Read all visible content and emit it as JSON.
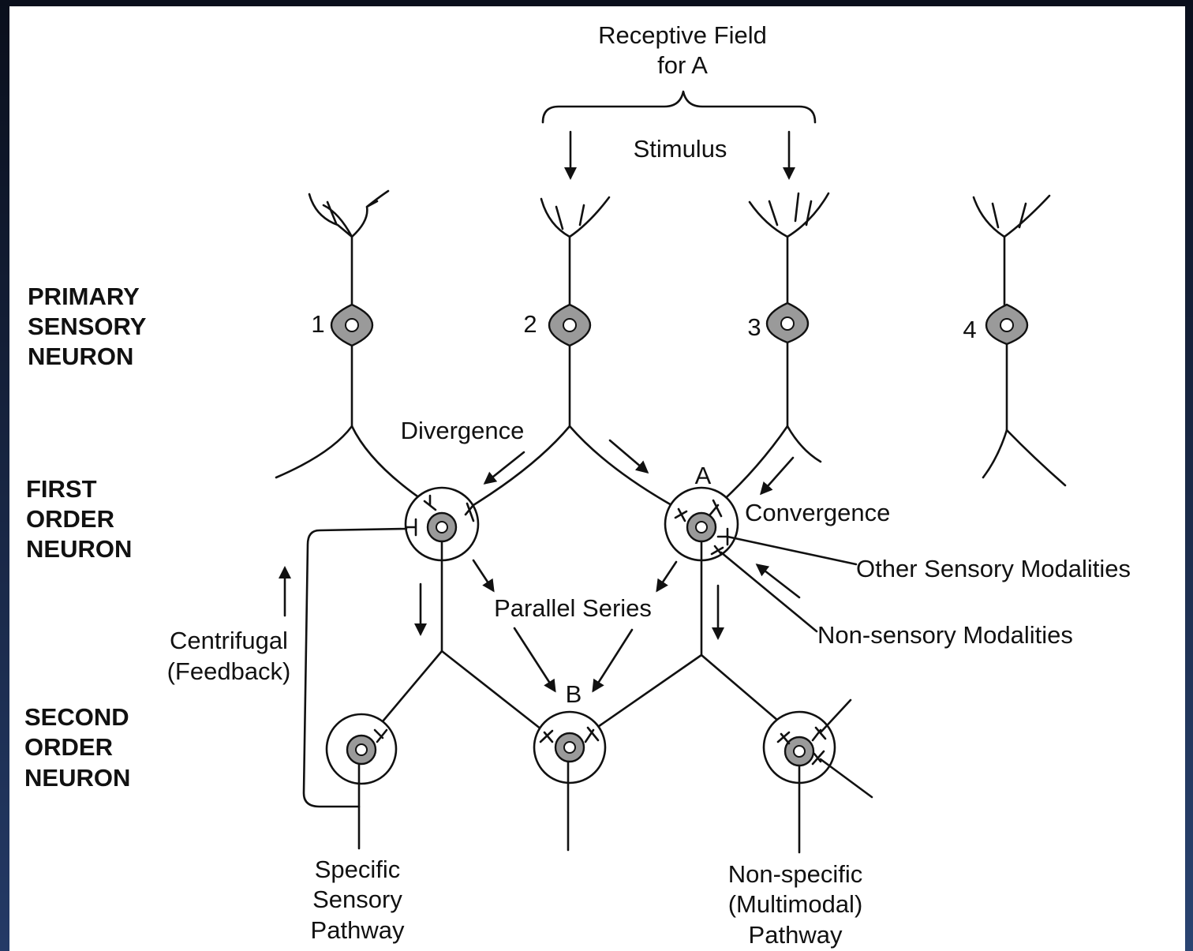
{
  "labels": {
    "receptive_field_line1": "Receptive Field",
    "receptive_field_line2": "for A",
    "stimulus": "Stimulus",
    "primary_line1": "PRIMARY",
    "primary_line2": "SENSORY",
    "primary_line3": "NEURON",
    "first_line1": "FIRST",
    "first_line2": "ORDER",
    "first_line3": "NEURON",
    "second_line1": "SECOND",
    "second_line2": "ORDER",
    "second_line3": "NEURON",
    "divergence": "Divergence",
    "convergence": "Convergence",
    "other_sensory": "Other Sensory Modalities",
    "non_sensory": "Non-sensory Modalities",
    "parallel_series": "Parallel Series",
    "centrifugal_line1": "Centrifugal",
    "centrifugal_line2": "(Feedback)",
    "specific_line1": "Specific",
    "specific_line2": "Sensory",
    "specific_line3": "Pathway",
    "nonspecific_line1": "Non-specific",
    "nonspecific_line2": "(Multimodal)",
    "nonspecific_line3": "Pathway",
    "neuron_1": "1",
    "neuron_2": "2",
    "neuron_3": "3",
    "neuron_4": "4",
    "neuron_a": "A",
    "neuron_b": "B"
  },
  "colors": {
    "background": "#ffffff",
    "ink": "#111111",
    "frame": "#1a2740"
  }
}
